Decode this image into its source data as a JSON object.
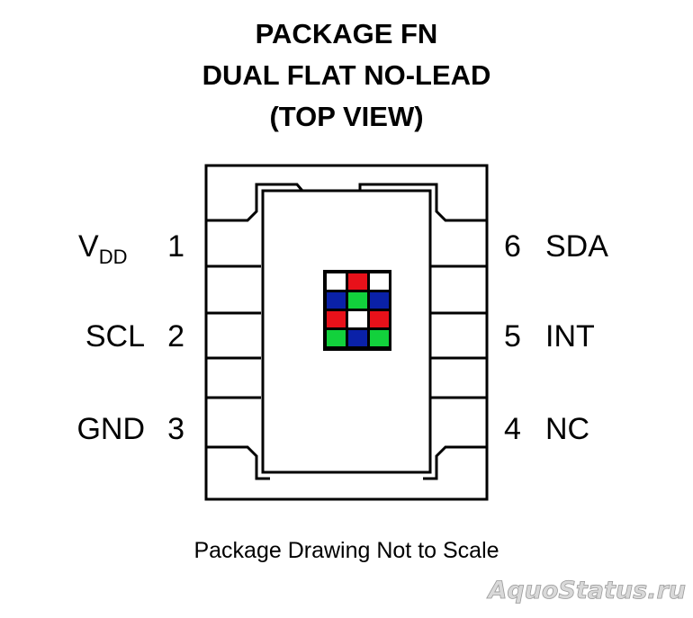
{
  "title": {
    "line1": "PACKAGE FN",
    "line2": "DUAL FLAT NO-LEAD",
    "line3": "(TOP VIEW)"
  },
  "pins_left": [
    {
      "num": "1",
      "name": "V",
      "sub": "DD"
    },
    {
      "num": "2",
      "name": "SCL"
    },
    {
      "num": "3",
      "name": "GND"
    }
  ],
  "pins_right": [
    {
      "num": "6",
      "name": "SDA"
    },
    {
      "num": "5",
      "name": "INT"
    },
    {
      "num": "4",
      "name": "NC"
    }
  ],
  "sensor_grid": {
    "colors": [
      [
        "#ffffff",
        "#e8111a",
        "#ffffff"
      ],
      [
        "#0a21a8",
        "#12d13c",
        "#0a21a8"
      ],
      [
        "#e8111a",
        "#ffffff",
        "#e8111a"
      ],
      [
        "#12d13c",
        "#0a21a8",
        "#12d13c"
      ]
    ]
  },
  "caption": "Package Drawing Not to Scale",
  "watermark": "AquoStatus.ru"
}
